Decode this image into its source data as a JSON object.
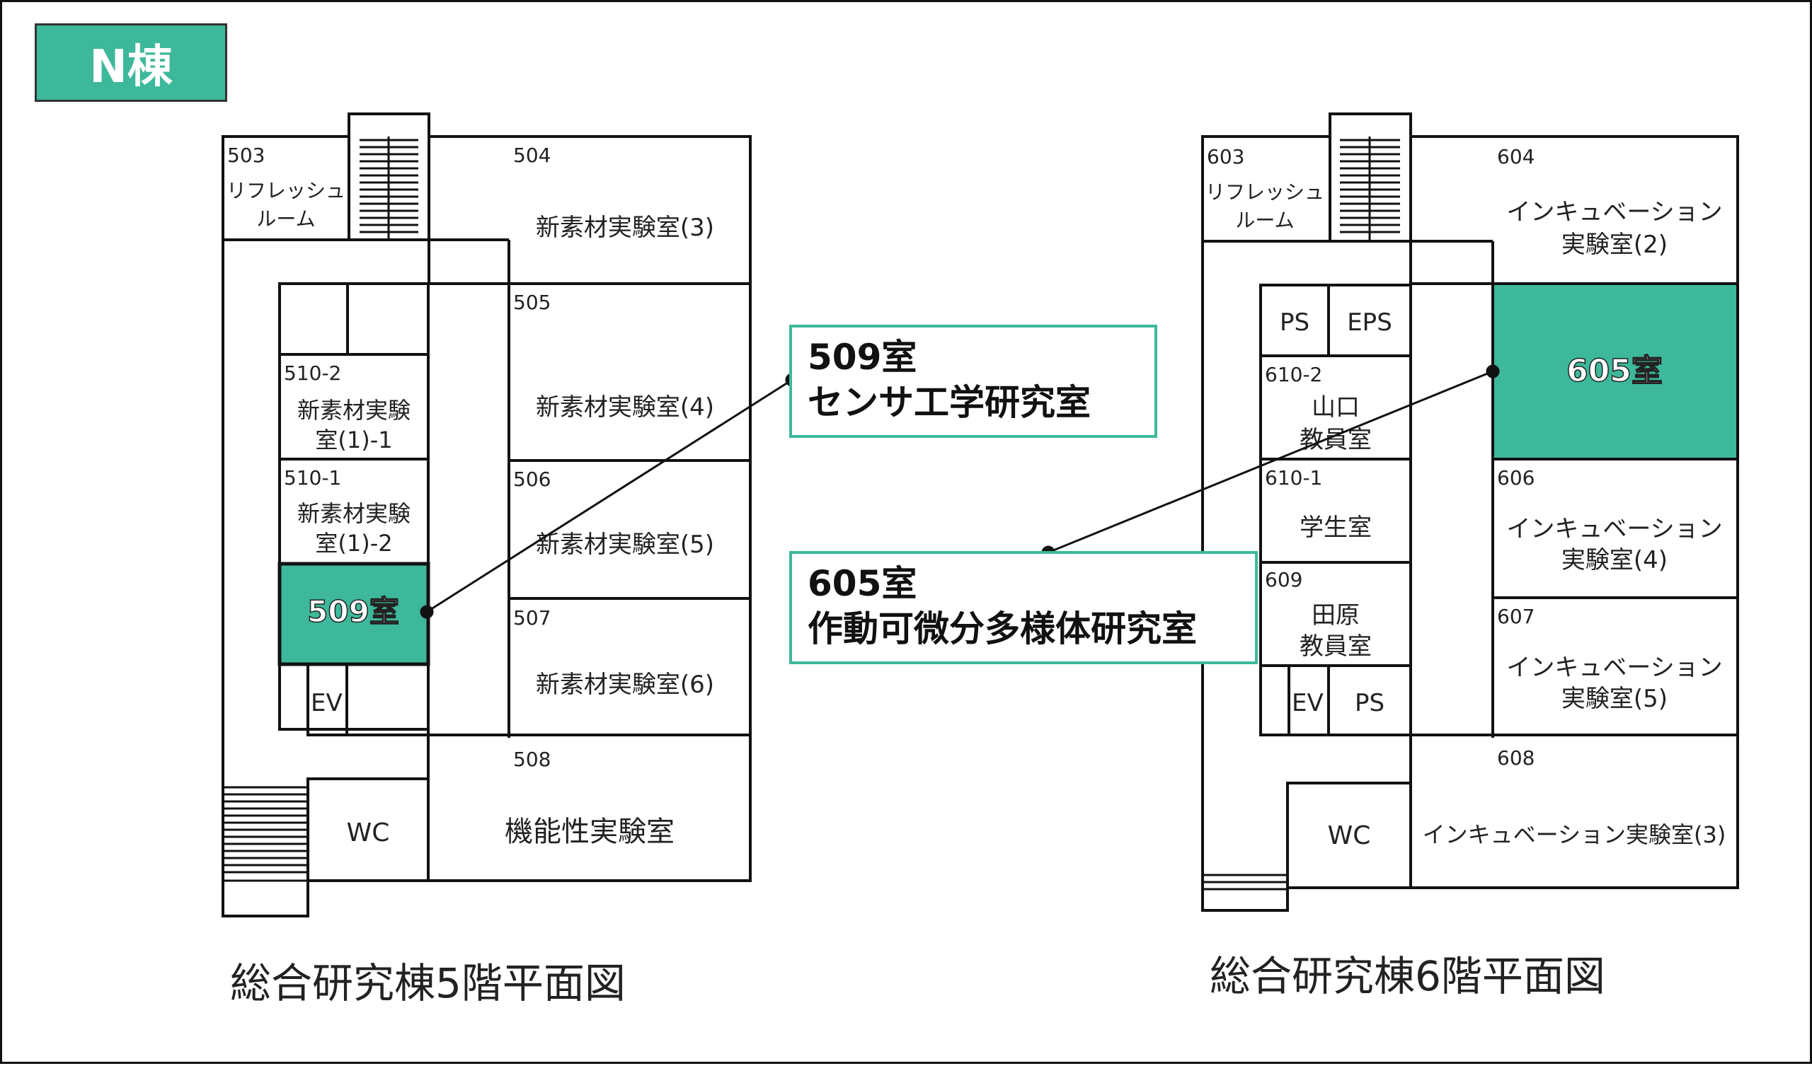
{
  "badge": {
    "label": "N棟",
    "color": "#3db89a"
  },
  "floor5": {
    "caption": "総合研究棟5階平面図",
    "rooms": {
      "r503": {
        "num": "503",
        "name1": "リフレッシュ",
        "name2": "ルーム"
      },
      "r504": {
        "num": "504",
        "name": "新素材実験室(3)"
      },
      "r505": {
        "num": "505",
        "name": "新素材実験室(4)"
      },
      "r506": {
        "num": "506",
        "name": "新素材実験室(5)"
      },
      "r507": {
        "num": "507",
        "name": "新素材実験室(6)"
      },
      "r508": {
        "num": "508",
        "name": "機能性実験室"
      },
      "r510_2": {
        "num": "510-2",
        "name1": "新素材実験",
        "name2": "室(1)-1"
      },
      "r510_1": {
        "num": "510-1",
        "name1": "新素材実験",
        "name2": "室(1)-2"
      },
      "r509": {
        "name": "509室"
      },
      "ev": "EV",
      "wc": "WC"
    },
    "callout": {
      "line1": "509室",
      "line2": "センサ工学研究室"
    }
  },
  "floor6": {
    "caption": "総合研究棟6階平面図",
    "rooms": {
      "r603": {
        "num": "603",
        "name1": "リフレッシュ",
        "name2": "ルーム"
      },
      "r604": {
        "num": "604",
        "name1": "インキュベーション",
        "name2": "実験室(2)"
      },
      "r605": {
        "name": "605室"
      },
      "r606": {
        "num": "606",
        "name1": "インキュベーション",
        "name2": "実験室(4)"
      },
      "r607": {
        "num": "607",
        "name1": "インキュベーション",
        "name2": "実験室(5)"
      },
      "r608": {
        "num": "608",
        "name": "インキュベーション実験室(3)"
      },
      "r610_2": {
        "num": "610-2",
        "name1": "山口",
        "name2": "教員室"
      },
      "r610_1": {
        "num": "610-1",
        "name": "学生室"
      },
      "r609": {
        "num": "609",
        "name1": "田原",
        "name2": "教員室"
      },
      "ps_top": "PS",
      "eps": "EPS",
      "ps_bottom": "PS",
      "ev": "EV",
      "wc": "WC"
    },
    "callout": {
      "line1": "605室",
      "line2": "作動可微分多様体研究室"
    }
  },
  "highlight_color": "#3db89a"
}
